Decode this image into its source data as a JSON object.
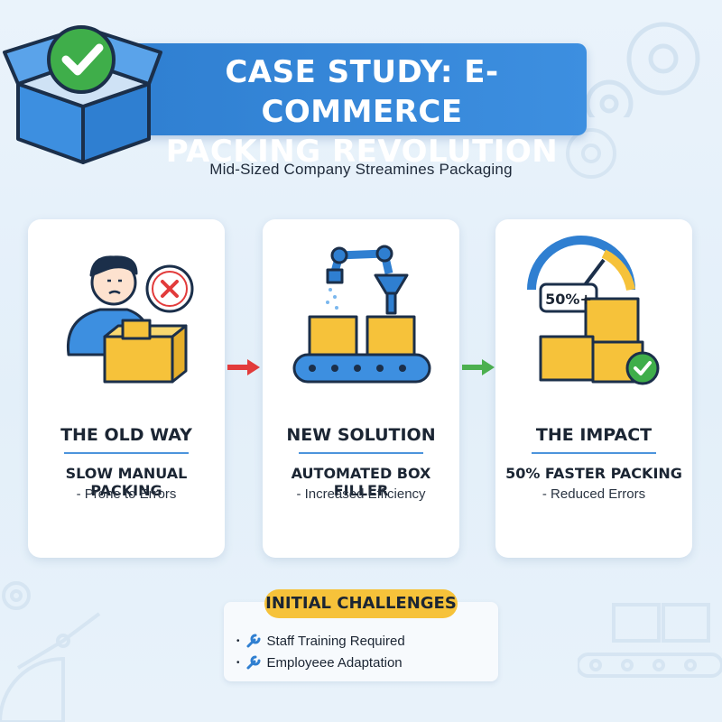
{
  "header": {
    "title_line1": "CASE STUDY: E-COMMERCE",
    "title_line2": "PACKING REVOLUTION",
    "subtitle": "Mid-Sized Company Streamines Packaging"
  },
  "cards": [
    {
      "heading": "THE OLD WAY",
      "line1": "SLOW MANUAL PACKING",
      "line2": "- Prone to Errors"
    },
    {
      "heading": "NEW SOLUTION",
      "line1": "AUTOMATED BOX FILLER",
      "line2": "- Increased Efficiency"
    },
    {
      "heading": "THE IMPACT",
      "line1": "50% FASTER PACKING",
      "line2": "- Reduced Errors",
      "gauge_label": "50%+"
    }
  ],
  "challenges": {
    "title": "INITIAL CHALLENGES",
    "items": [
      "Staff Training Required",
      "Employeee Adaptation"
    ]
  },
  "colors": {
    "banner": "#2f7fd1",
    "box_yellow": "#f6c23a",
    "check_green": "#3fae4a",
    "arrow_red": "#e23b3b",
    "arrow_green": "#4cb04f"
  },
  "icons": [
    "checked-box-icon",
    "clock-error-icon",
    "robotic-arm-icon",
    "speed-gauge-icon",
    "check-badge-icon",
    "wrench-icon",
    "gear-icon"
  ]
}
